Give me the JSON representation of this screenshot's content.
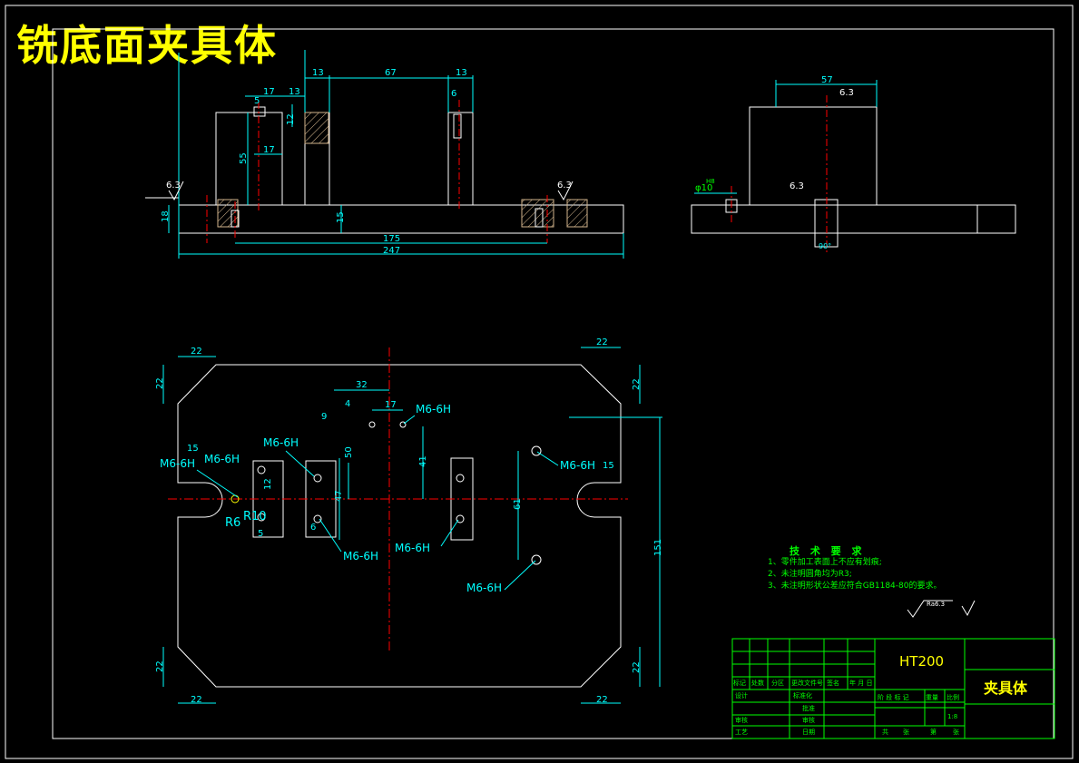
{
  "title": "铣底面夹具体",
  "drawing": {
    "dims_front": {
      "d17a": "17",
      "d13a": "13",
      "d67": "67",
      "d13b": "13",
      "d6": "6",
      "d5": "5",
      "d12": "12",
      "d55": "55",
      "d17b": "17",
      "d18": "18",
      "d15": "15",
      "d175": "175",
      "d247": "247",
      "rough1": "6.3",
      "rough2": "6.3"
    },
    "dims_side": {
      "d57": "57",
      "rough_top": "6.3",
      "rough_mid": "6.3",
      "dia": "φ10",
      "dia_sub": "H8",
      "angle": "90°"
    },
    "dims_plan": {
      "c22_tl_h": "22",
      "c22_tl_v": "22",
      "c22_tr_h": "22",
      "c22_tr_v": "22",
      "c22_bl_h": "22",
      "c22_bl_v": "22",
      "c22_br_h": "22",
      "c22_br_v": "22",
      "d32": "32",
      "d17": "17",
      "d9": "9",
      "d4": "4",
      "d50": "50",
      "d41": "41",
      "d47": "47",
      "d61": "61",
      "d151": "151",
      "d15l": "15",
      "d15r": "15",
      "r6": "R6",
      "r10": "R10",
      "d6": "6",
      "d5": "5",
      "d12": "12"
    },
    "threads": [
      "M6-6H",
      "M6-6H",
      "M6-6H",
      "M6-6H",
      "M6-6H",
      "M6-6H",
      "M6-6H",
      "M6-6H"
    ]
  },
  "notes": {
    "heading": "技 术 要 求",
    "items": [
      "1、零件加工表面上不应有划痕;",
      "2、未注明圆角均为R3;",
      "3、未注明形状公差应符合GB1184-80的要求。"
    ]
  },
  "roughness_symbol": "Ra6.3",
  "title_block": {
    "material": "HT200",
    "part_name": "夹具体",
    "row_header": [
      "标记",
      "处数",
      "分区",
      "更改文件号",
      "签名",
      "年 月 日"
    ],
    "labels_left": [
      "设计",
      "审核",
      "工艺"
    ],
    "labels_mid": [
      "标准化",
      "批准",
      "审核",
      "日期"
    ],
    "stage_headers": [
      "阶 段 标 记",
      "重量",
      "比例"
    ],
    "scale": "1:8",
    "sheets": [
      "共",
      "张",
      "第",
      "张"
    ]
  },
  "colors": {
    "outline": "#ffffff",
    "dim": "#00ffff",
    "center": "#ff0000",
    "hatch": "#d2b48c",
    "block": "#00ff00",
    "title": "#ffff00"
  }
}
